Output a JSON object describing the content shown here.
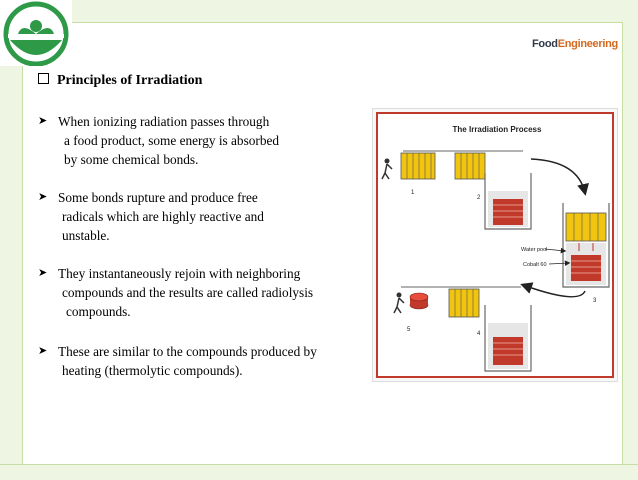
{
  "brand": {
    "part1": "Food",
    "part2": "Engineering"
  },
  "heading": "Principles of Irradiation",
  "bullets": [
    {
      "lines": [
        "When ionizing radiation passes through",
        "a food product, some energy is absorbed",
        "by some chemical bonds."
      ]
    },
    {
      "lines": [
        "Some bonds rupture and produce free",
        "radicals which are highly reactive and",
        "unstable."
      ]
    },
    {
      "lines": [
        "They instantaneously rejoin with neighboring",
        "compounds and the results are called radiolysis",
        "compounds."
      ]
    },
    {
      "lines": [
        "These are similar to the compounds produced by",
        "heating (thermolytic compounds)."
      ]
    }
  ],
  "figure": {
    "title": "The Irradiation Process",
    "step_labels": [
      "1",
      "2",
      "3",
      "4",
      "5"
    ],
    "callouts": {
      "water_pool": "Water pool",
      "cobalt": "Cobalt 60"
    }
  },
  "colors": {
    "theme_green": "#8fb84a",
    "logo_green": "#2e9a48",
    "figure_border": "#c0392b",
    "cobalt_red": "#c0392b",
    "crate_yellow": "#f1c40f"
  }
}
